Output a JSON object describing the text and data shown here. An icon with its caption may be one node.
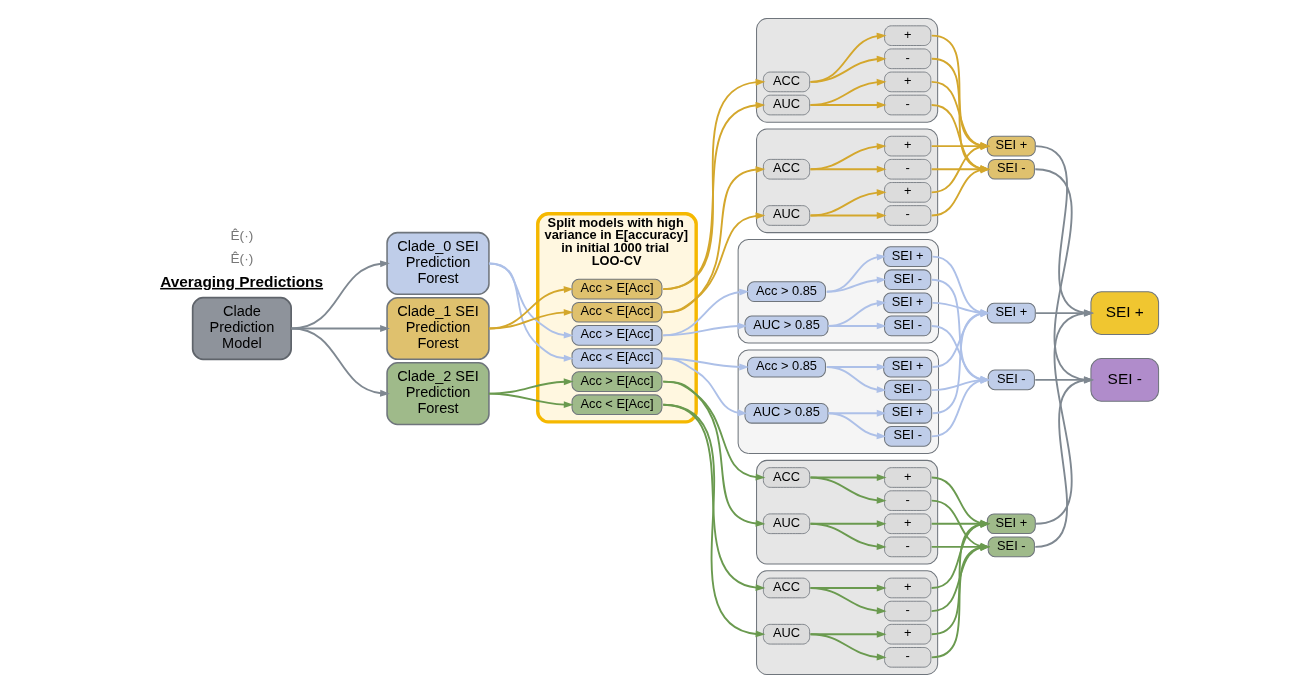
{
  "diagram": {
    "nodes": [
      {
        "text": [
          "Clade Prediction Model"
        ]
      },
      {
        "text": [
          "Clade_0 SEI Prediction Forest"
        ]
      },
      {
        "text": [
          "Clade_1 SEI Prediction Forest"
        ]
      },
      {
        "text": [
          "Clade_2 SEI Prediction Forest"
        ]
      },
      {
        "text": [
          "Split models with high variance in E[accuracy] in initial 1000 trial LOO-CV"
        ]
      },
      {
        "text": [
          "Acc > E[Acc]"
        ],
        "in": 4
      },
      {
        "text": [
          "Acc < E[Acc]"
        ],
        "in": 4
      },
      {
        "text": [
          "Acc > E[Acc]"
        ],
        "in": 4
      },
      {
        "text": [
          "Acc < E[Acc]"
        ],
        "in": 4
      },
      {
        "text": [
          "Acc > E[Acc]"
        ],
        "in": 4
      },
      {
        "text": [
          "Acc < E[Acc]"
        ],
        "in": 4
      },
      {
        "text": [],
        "shape": "box"
      },
      {
        "text": [
          "Acc > 0.85"
        ],
        "in": 11
      },
      {
        "text": [
          "AUC > 0.85"
        ],
        "in": 11
      },
      {
        "text": [
          "SEI +"
        ],
        "in": 11
      },
      {
        "text": [
          "SEI -"
        ],
        "in": 11
      },
      {
        "text": [
          "SEI +"
        ],
        "in": 11
      },
      {
        "text": [
          "SEI -"
        ],
        "in": 11
      },
      {
        "text": [],
        "shape": "box"
      },
      {
        "text": [
          "Acc > 0.85"
        ],
        "in": 18
      },
      {
        "text": [
          "AUC > 0.85"
        ],
        "in": 18
      },
      {
        "text": [
          "SEI +"
        ],
        "in": 18
      },
      {
        "text": [
          "SEI -"
        ],
        "in": 18
      },
      {
        "text": [
          "SEI +"
        ],
        "in": 18
      },
      {
        "text": [
          "SEI -"
        ],
        "in": 18
      },
      {
        "text": [],
        "shape": "box"
      },
      {
        "text": [
          "ACC"
        ],
        "in": 25
      },
      {
        "text": [
          "AUC"
        ],
        "in": 25
      },
      {
        "text": [
          "+"
        ],
        "in": 25
      },
      {
        "text": [
          "-"
        ],
        "in": 25
      },
      {
        "text": [
          "+"
        ],
        "in": 25
      },
      {
        "text": [
          "-"
        ],
        "in": 25
      },
      {
        "text": [],
        "shape": "box"
      },
      {
        "text": [
          "ACC"
        ],
        "in": 32
      },
      {
        "text": [
          "AUC"
        ],
        "in": 32
      },
      {
        "text": [
          "+"
        ],
        "in": 32
      },
      {
        "text": [
          "-"
        ],
        "in": 32
      },
      {
        "text": [
          "+"
        ],
        "in": 32
      },
      {
        "text": [
          "-"
        ],
        "in": 32
      },
      {
        "text": [],
        "shape": "box"
      },
      {
        "text": [
          "ACC"
        ],
        "in": 39
      },
      {
        "text": [
          "AUC"
        ],
        "in": 39
      },
      {
        "text": [
          "+"
        ],
        "in": 39
      },
      {
        "text": [
          "-"
        ],
        "in": 39
      },
      {
        "text": [
          "+"
        ],
        "in": 39
      },
      {
        "text": [
          "-"
        ],
        "in": 39
      },
      {
        "text": [],
        "shape": "box"
      },
      {
        "text": [
          "ACC"
        ],
        "in": 46
      },
      {
        "text": [
          "AUC"
        ],
        "in": 46
      },
      {
        "text": [
          "+"
        ],
        "in": 46
      },
      {
        "text": [
          "-"
        ],
        "in": 46
      },
      {
        "text": [
          "+"
        ],
        "in": 46
      },
      {
        "text": [
          "-"
        ],
        "in": 46
      },
      {
        "text": [
          "SEI +"
        ]
      },
      {
        "text": [
          "SEI -"
        ]
      },
      {
        "text": [
          "SEI +"
        ]
      },
      {
        "text": [
          "SEI -"
        ]
      },
      {
        "text": [
          "SEI +"
        ]
      },
      {
        "text": [
          "SEI -"
        ]
      },
      {
        "text": [
          "SEI +"
        ]
      },
      {
        "text": [
          "SEI -"
        ]
      }
    ],
    "edges": [
      {
        "from": 0,
        "to": 1,
        "arrow": "to",
        "color": "#7f8891"
      },
      {
        "from": 0,
        "to": 2,
        "arrow": "to",
        "color": "#7f8891"
      },
      {
        "from": 0,
        "to": 3,
        "arrow": "to",
        "color": "#7f8891"
      },
      {
        "from": 1,
        "to": 5,
        "arrow": "to",
        "color": "#adc0e8"
      },
      {
        "from": 1,
        "to": 6,
        "arrow": "to",
        "color": "#adc0e8"
      },
      {
        "from": 2,
        "to": 7,
        "arrow": "to",
        "color": "#d4a72c"
      },
      {
        "from": 2,
        "to": 8,
        "arrow": "to",
        "color": "#d4a72c"
      },
      {
        "from": 3,
        "to": 9,
        "arrow": "to",
        "color": "#6a9a4f"
      },
      {
        "from": 3,
        "to": 10,
        "arrow": "to",
        "color": "#6a9a4f"
      },
      {
        "from": 5,
        "to": 12,
        "arrow": "to",
        "color": "#adc0e8"
      },
      {
        "from": 5,
        "to": 13,
        "arrow": "to",
        "color": "#adc0e8"
      },
      {
        "from": 12,
        "to": 14,
        "arrow": "to",
        "color": "#adc0e8"
      },
      {
        "from": 12,
        "to": 15,
        "arrow": "to",
        "color": "#adc0e8"
      },
      {
        "from": 13,
        "to": 16,
        "arrow": "to",
        "color": "#adc0e8"
      },
      {
        "from": 13,
        "to": 17,
        "arrow": "to",
        "color": "#adc0e8"
      },
      {
        "from": 14,
        "to": 53,
        "arrow": "to",
        "color": "#adc0e8"
      },
      {
        "from": 15,
        "to": 54,
        "arrow": "to",
        "color": "#adc0e8"
      },
      {
        "from": 16,
        "to": 53,
        "arrow": "to",
        "color": "#adc0e8"
      },
      {
        "from": 17,
        "to": 54,
        "arrow": "to",
        "color": "#adc0e8"
      },
      {
        "from": 6,
        "to": 19,
        "arrow": "to",
        "color": "#adc0e8"
      },
      {
        "from": 6,
        "to": 20,
        "arrow": "to",
        "color": "#adc0e8"
      },
      {
        "from": 19,
        "to": 21,
        "arrow": "to",
        "color": "#adc0e8"
      },
      {
        "from": 19,
        "to": 22,
        "arrow": "to",
        "color": "#adc0e8"
      },
      {
        "from": 20,
        "to": 23,
        "arrow": "to",
        "color": "#adc0e8"
      },
      {
        "from": 20,
        "to": 24,
        "arrow": "to",
        "color": "#adc0e8"
      },
      {
        "from": 21,
        "to": 53,
        "arrow": "to",
        "color": "#adc0e8"
      },
      {
        "from": 22,
        "to": 54,
        "arrow": "to",
        "color": "#adc0e8"
      },
      {
        "from": 23,
        "to": 53,
        "arrow": "to",
        "color": "#adc0e8"
      },
      {
        "from": 24,
        "to": 54,
        "arrow": "to",
        "color": "#adc0e8"
      },
      {
        "from": 7,
        "to": 26,
        "arrow": "to",
        "color": "#d4a72c"
      },
      {
        "from": 7,
        "to": 27,
        "arrow": "to",
        "color": "#d4a72c"
      },
      {
        "from": 26,
        "to": 28,
        "arrow": "to",
        "color": "#d4a72c"
      },
      {
        "from": 26,
        "to": 29,
        "arrow": "to",
        "color": "#d4a72c"
      },
      {
        "from": 27,
        "to": 30,
        "arrow": "to",
        "color": "#d4a72c"
      },
      {
        "from": 27,
        "to": 31,
        "arrow": "to",
        "color": "#d4a72c"
      },
      {
        "from": 28,
        "to": 55,
        "arrow": "to",
        "color": "#d4a72c"
      },
      {
        "from": 29,
        "to": 56,
        "arrow": "to",
        "color": "#d4a72c"
      },
      {
        "from": 30,
        "to": 55,
        "arrow": "to",
        "color": "#d4a72c"
      },
      {
        "from": 31,
        "to": 56,
        "arrow": "to",
        "color": "#d4a72c"
      },
      {
        "from": 8,
        "to": 33,
        "arrow": "to",
        "color": "#d4a72c"
      },
      {
        "from": 8,
        "to": 34,
        "arrow": "to",
        "color": "#d4a72c"
      },
      {
        "from": 33,
        "to": 35,
        "arrow": "to",
        "color": "#d4a72c"
      },
      {
        "from": 33,
        "to": 36,
        "arrow": "to",
        "color": "#d4a72c"
      },
      {
        "from": 34,
        "to": 37,
        "arrow": "to",
        "color": "#d4a72c"
      },
      {
        "from": 34,
        "to": 38,
        "arrow": "to",
        "color": "#d4a72c"
      },
      {
        "from": 35,
        "to": 55,
        "arrow": "to",
        "color": "#d4a72c"
      },
      {
        "from": 36,
        "to": 56,
        "arrow": "to",
        "color": "#d4a72c"
      },
      {
        "from": 37,
        "to": 55,
        "arrow": "to",
        "color": "#d4a72c"
      },
      {
        "from": 38,
        "to": 56,
        "arrow": "to",
        "color": "#d4a72c"
      },
      {
        "from": 9,
        "to": 40,
        "arrow": "to",
        "color": "#6a9a4f"
      },
      {
        "from": 9,
        "to": 41,
        "arrow": "to",
        "color": "#6a9a4f"
      },
      {
        "from": 40,
        "to": 42,
        "arrow": "to",
        "color": "#6a9a4f"
      },
      {
        "from": 40,
        "to": 43,
        "arrow": "to",
        "color": "#6a9a4f"
      },
      {
        "from": 41,
        "to": 44,
        "arrow": "to",
        "color": "#6a9a4f"
      },
      {
        "from": 41,
        "to": 45,
        "arrow": "to",
        "color": "#6a9a4f"
      },
      {
        "from": 42,
        "to": 57,
        "arrow": "to",
        "color": "#6a9a4f"
      },
      {
        "from": 43,
        "to": 58,
        "arrow": "to",
        "color": "#6a9a4f"
      },
      {
        "from": 44,
        "to": 57,
        "arrow": "to",
        "color": "#6a9a4f"
      },
      {
        "from": 45,
        "to": 58,
        "arrow": "to",
        "color": "#6a9a4f"
      },
      {
        "from": 10,
        "to": 47,
        "arrow": "to",
        "color": "#6a9a4f"
      },
      {
        "from": 10,
        "to": 48,
        "arrow": "to",
        "color": "#6a9a4f"
      },
      {
        "from": 47,
        "to": 49,
        "arrow": "to",
        "color": "#6a9a4f"
      },
      {
        "from": 47,
        "to": 50,
        "arrow": "to",
        "color": "#6a9a4f"
      },
      {
        "from": 48,
        "to": 51,
        "arrow": "to",
        "color": "#6a9a4f"
      },
      {
        "from": 48,
        "to": 52,
        "arrow": "to",
        "color": "#6a9a4f"
      },
      {
        "from": 49,
        "to": 57,
        "arrow": "to",
        "color": "#6a9a4f"
      },
      {
        "from": 50,
        "to": 58,
        "arrow": "to",
        "color": "#6a9a4f"
      },
      {
        "from": 51,
        "to": 57,
        "arrow": "to",
        "color": "#6a9a4f"
      },
      {
        "from": 52,
        "to": 58,
        "arrow": "to",
        "color": "#6a9a4f"
      },
      {
        "from": 53,
        "to": 59,
        "arrow": "to",
        "color": "#7f8891"
      },
      {
        "from": 55,
        "to": 59,
        "arrow": "to",
        "color": "#7f8891"
      },
      {
        "from": 57,
        "to": 59,
        "arrow": "to",
        "color": "#7f8891"
      },
      {
        "from": 54,
        "to": 60,
        "arrow": "to",
        "color": "#7f8891"
      },
      {
        "from": 56,
        "to": 60,
        "arrow": "to",
        "color": "#7f8891"
      },
      {
        "from": 58,
        "to": 60,
        "arrow": "to",
        "color": "#7f8891"
      }
    ],
    "labels": [
      "Averaging Predictions",
      "Ê(·)",
      "Ê(·)"
    ]
  }
}
